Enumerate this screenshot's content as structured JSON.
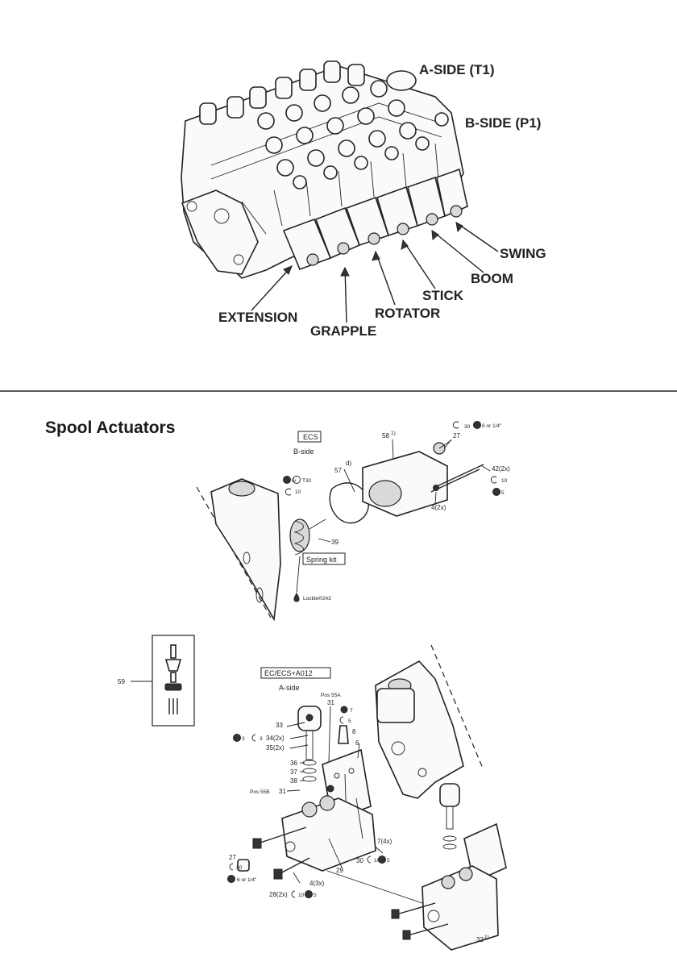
{
  "valve_labels": {
    "a_side": "A-SIDE (T1)",
    "b_side": "B-SIDE (P1)",
    "swing": "SWING",
    "boom": "BOOM",
    "stick": "STICK",
    "rotator": "ROTATOR",
    "extension": "EXTENSION",
    "grapple": "GRAPPLE"
  },
  "section_title": "Spool Actuators",
  "b_side_assembly": {
    "box_label": "ECS",
    "side_label": "B-side",
    "spring_kit": "Spring kit",
    "loctite": "Loctite®243",
    "parts": {
      "p58": "58",
      "p58_note": "1)",
      "p27": "27",
      "p57": "57",
      "d_note": "d)",
      "p42": "42(2x)",
      "p4": "4(2x)",
      "p39": "39",
      "tool_30": "30",
      "tool_6_or_14": "6 or 1/4\"",
      "tool_10": "10",
      "tool_5": "5",
      "tool_5b": "5/",
      "t30": "T30",
      "tool_10b": "10"
    }
  },
  "a_side_assembly": {
    "box_label": "EC/ECS+A012",
    "side_label": "A-side",
    "parts": {
      "p59": "59",
      "p33": "33",
      "p31a": "31",
      "pos55a": "Pos 55A",
      "p34": "34(2x)",
      "p35": "35(2x)",
      "p36": "36",
      "p37": "37",
      "p38": "38",
      "p31b": "31",
      "pos55b": "Pos 55B",
      "tool_3a": "3",
      "tool_3b": "3",
      "tool_7": "7",
      "tool_5": "5",
      "p8": "8",
      "p6": "6",
      "p7": "7(4x)",
      "p30": "30",
      "tool_10": "10",
      "tool_5c": "5",
      "p29": "29",
      "p27": "27",
      "tool_30": "30",
      "tool_6_or_14": "6 or 1/4\"",
      "p4": "4(3x)",
      "p28": "28(2x)",
      "tool_10b": "10",
      "tool_5d": "5",
      "p32": "32",
      "p32_note": "1)"
    }
  }
}
